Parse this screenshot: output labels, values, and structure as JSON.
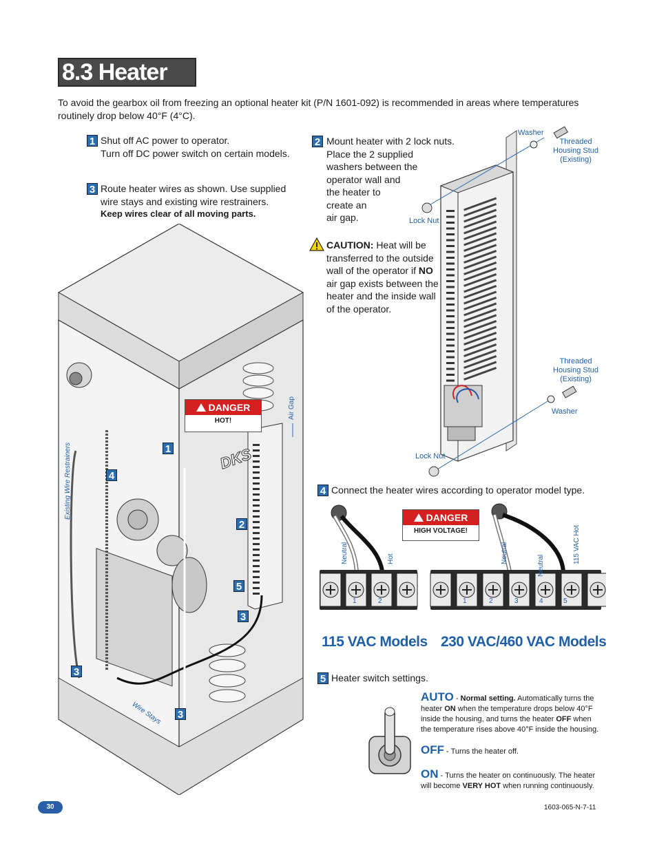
{
  "title": "8.3 Heater Kit",
  "intro": "To avoid the gearbox oil from freezing an optional heater kit (P/N 1601-092) is recommended in areas where temperatures routinely drop below 40°F (4°C).",
  "steps": {
    "s1": {
      "num": "1",
      "line1": "Shut off AC power to operator.",
      "line2": "Turn off DC power switch on certain models."
    },
    "s2": {
      "num": "2",
      "lines": [
        "Mount heater with 2 lock nuts.",
        "Place the 2 supplied",
        "washers between the",
        "operator wall and",
        "the heater to",
        "create an",
        "air gap."
      ]
    },
    "s3": {
      "num": "3",
      "line1": "Route heater wires as shown. Use supplied",
      "line2": "wire stays and existing wire restrainers.",
      "line3": "Keep wires clear of all moving parts."
    },
    "s4": {
      "num": "4",
      "text": "Connect the heater wires according to operator model type."
    },
    "s5": {
      "num": "5",
      "text": "Heater switch settings."
    }
  },
  "caution": {
    "label": "CAUTION:",
    "rest1": " Heat will be",
    "l2": "transferred to the outside",
    "l3a": "wall of the operator if ",
    "l3b": "NO",
    "l4": "air gap exists between the",
    "l5": "heater and the inside wall",
    "l6": "of the operator."
  },
  "heater_labels": {
    "washer_top": "Washer",
    "stud_top": [
      "Threaded",
      "Housing Stud",
      "(Existing)"
    ],
    "locknut_top": "Lock Nut",
    "stud_bottom": [
      "Threaded",
      "Housing Stud",
      "(Existing)"
    ],
    "washer_bottom": "Washer",
    "locknut_bottom": "Lock Nut"
  },
  "operator_labels": {
    "air_gap": "Air Gap",
    "wire_restrainers": "Existing Wire Restrainers",
    "wire_stays": "Wire Stays",
    "brand": "DKS",
    "callouts": [
      "1",
      "4",
      "2",
      "5",
      "3",
      "3",
      "3"
    ]
  },
  "danger_hot": {
    "header": "DANGER",
    "sub": "HOT!"
  },
  "danger_hv": {
    "header": "DANGER",
    "sub": "HIGH VOLTAGE!"
  },
  "wiring_115": {
    "model_label": "115 VAC Models",
    "wire_labels": [
      "Neutral",
      "Hot"
    ],
    "terminals": [
      "1",
      "2"
    ]
  },
  "wiring_230": {
    "model_label": "230 VAC/460 VAC Models",
    "wire_labels": [
      "Neutral",
      "Neutral",
      "115 VAC Hot"
    ],
    "terminals": [
      "1",
      "2",
      "3",
      "4",
      "5"
    ]
  },
  "switch": {
    "auto": {
      "title": "AUTO",
      "dash": " - ",
      "bold1": "Normal setting.",
      "t1": " Automatically turns the",
      "t2a": "heater ",
      "b2": "ON",
      "t2b": " when the temperature drops below 40°F",
      "t3a": "inside the housing, and turns the heater ",
      "b3": "OFF",
      "t3b": " when",
      "t4": "the temperature rises above 40°F inside the housing."
    },
    "off": {
      "title": "OFF",
      "text": " - Turns the heater off."
    },
    "on": {
      "title": "ON",
      "t1": " - Turns the heater on continuously. The heater",
      "t2a": "will become ",
      "b2": "VERY HOT",
      "t2b": " when running continuously."
    }
  },
  "footer": {
    "page": "30",
    "doc": "1603-065-N-7-11"
  },
  "colors": {
    "accent": "#2a6db0",
    "danger": "#d42020",
    "label_blue": "#1f5fa8"
  }
}
